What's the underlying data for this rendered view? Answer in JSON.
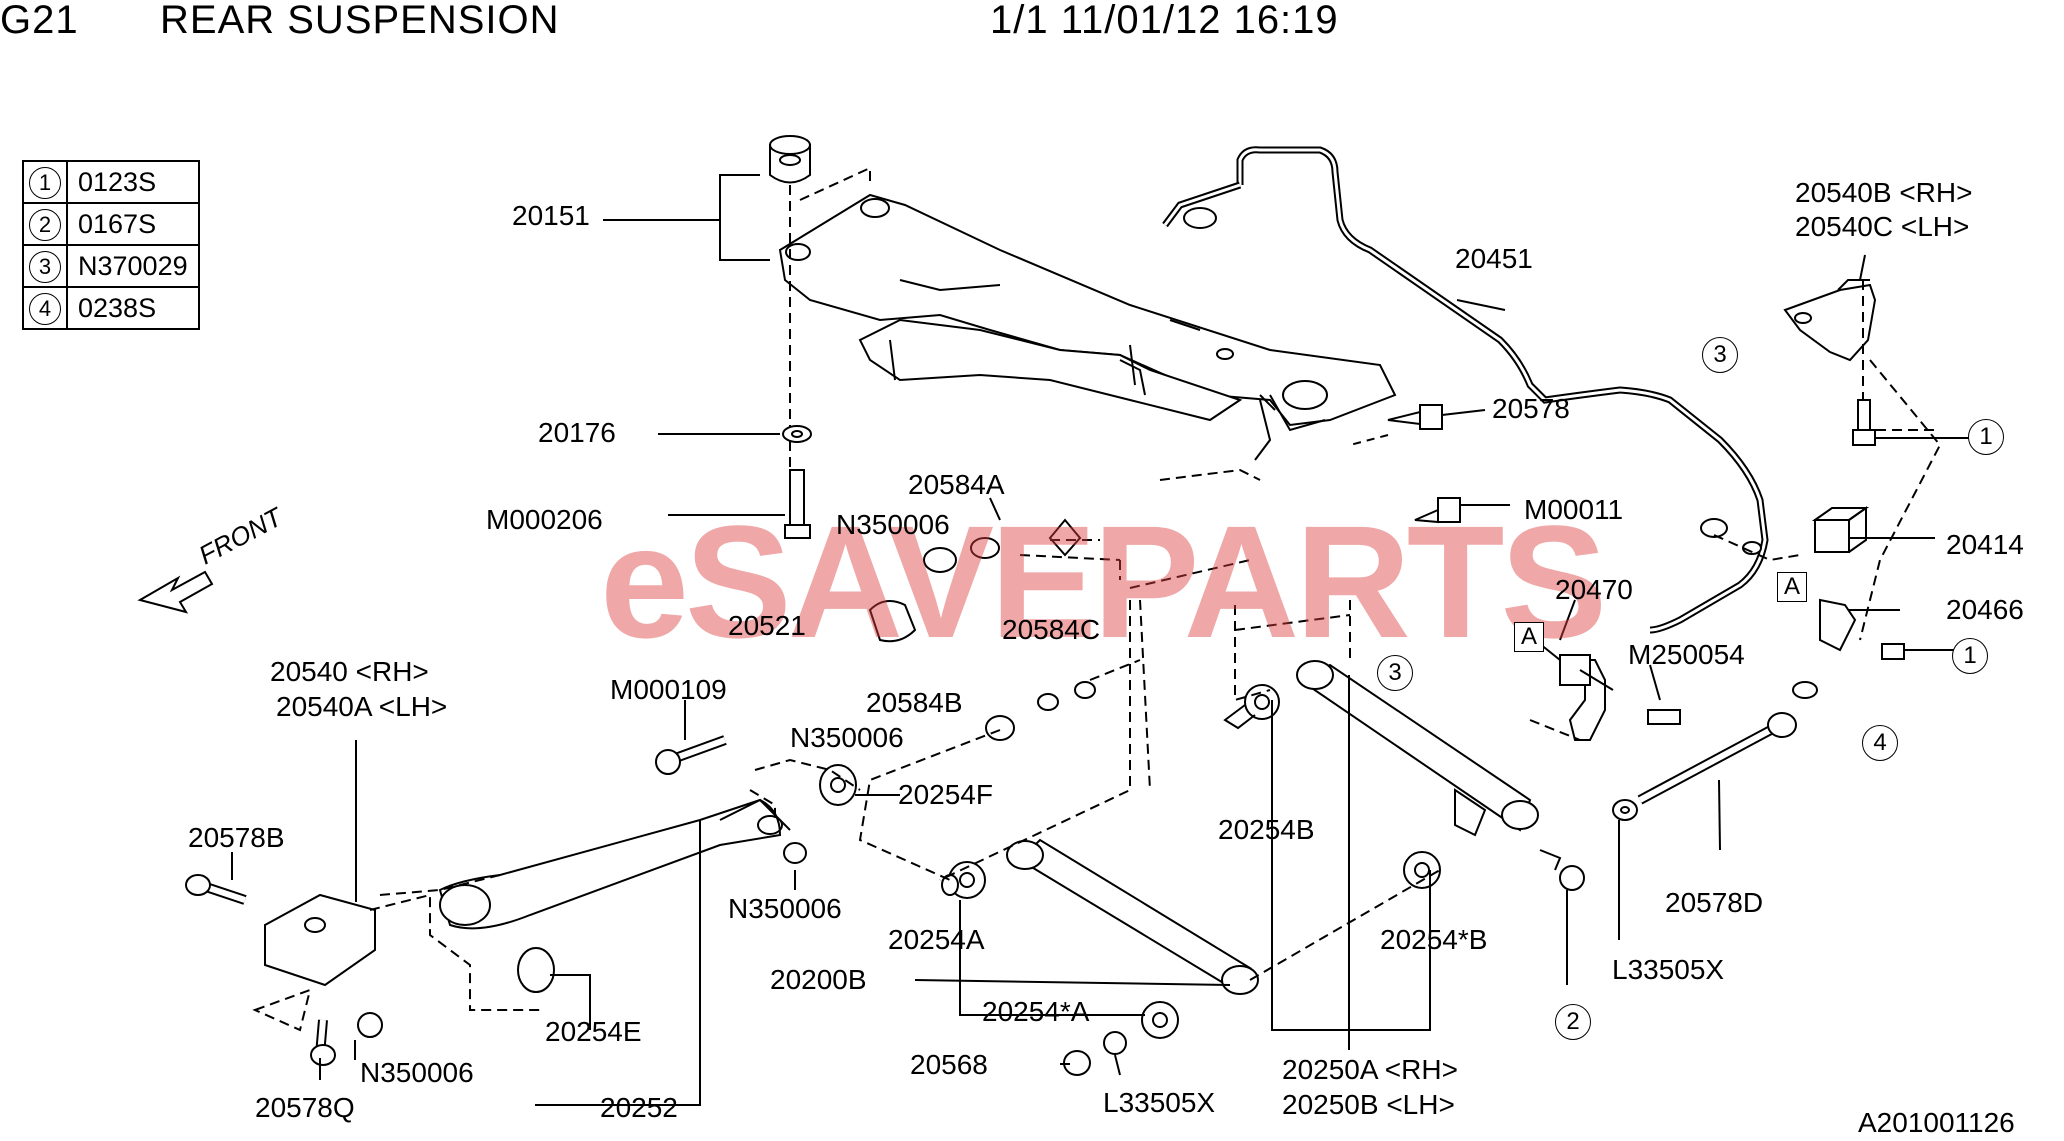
{
  "header": {
    "section_code": "G21",
    "title": "REAR SUSPENSION",
    "page_info": "1/1 11/01/12 16:19"
  },
  "legend": [
    {
      "num": "1",
      "part": "0123S"
    },
    {
      "num": "2",
      "part": "0167S"
    },
    {
      "num": "3",
      "part": "N370029"
    },
    {
      "num": "4",
      "part": "0238S"
    }
  ],
  "front_label": "FRONT",
  "watermark": "eSAVEPARTS",
  "figure_id": "A201001126",
  "labels": {
    "l20151": "20151",
    "l20176": "20176",
    "lM000206": "M000206",
    "l20584A": "20584A",
    "lN350006a": "N350006",
    "l20521": "20521",
    "l20584C": "20584C",
    "l20584B": "20584B",
    "lN350006b": "N350006",
    "lM000109": "M000109",
    "l20254F": "20254F",
    "lN350006c": "N350006",
    "l20540": "20540  <RH>",
    "l20540A": "20540A  <LH>",
    "l20578B": "20578B",
    "lN350006d": "N350006",
    "l20578Q": "20578Q",
    "l20254E": "20254E",
    "l20252": "20252",
    "l20451": "20451",
    "l20578": "20578",
    "lM00011": "M00011",
    "l20540B": "20540B  <RH>",
    "l20540C": "20540C  <LH>",
    "l20414": "20414",
    "l20466": "20466",
    "l20470": "20470",
    "lM250054": "M250054",
    "l20254B": "20254B",
    "l20254A": "20254A",
    "l20200B": "20200B",
    "l20254starA": "20254*A",
    "l20254starB": "20254*B",
    "l20568": "20568",
    "lL33505Xa": "L33505X",
    "lL33505Xb": "L33505X",
    "l20578D": "20578D",
    "l20250A": "20250A  <RH>",
    "l20250B": "20250B  <LH>"
  },
  "callouts": {
    "c1a": "1",
    "c1b": "1",
    "c2": "2",
    "c3a": "3",
    "c3b": "3",
    "c4": "4",
    "boxA1": "A",
    "boxA2": "A"
  }
}
